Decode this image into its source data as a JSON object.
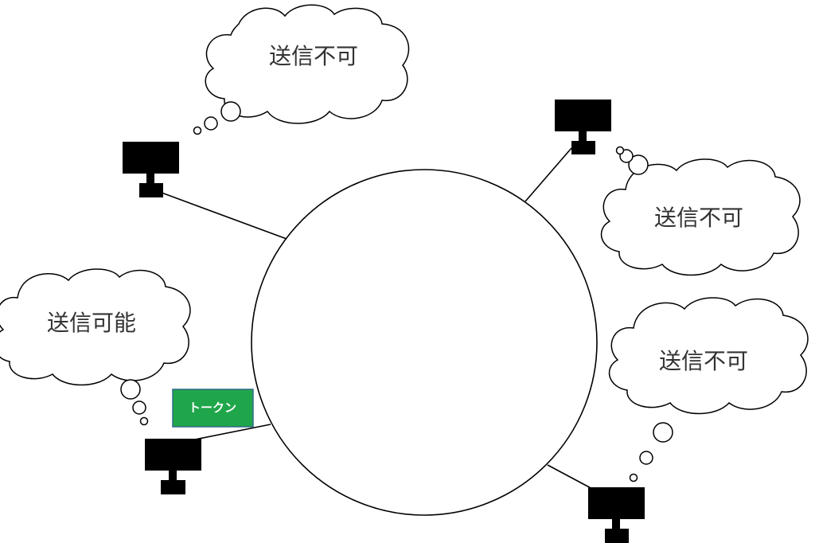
{
  "diagram": {
    "nodes": [
      {
        "id": "top-left",
        "status": "送信不可"
      },
      {
        "id": "top-right",
        "status": "送信不可"
      },
      {
        "id": "left",
        "status": "送信可能"
      },
      {
        "id": "right",
        "status": "送信不可"
      },
      {
        "id": "bottom-left",
        "status": ""
      },
      {
        "id": "bottom-right",
        "status": ""
      }
    ],
    "token": {
      "label": "トークン",
      "color": "#1fa64a",
      "border": "#2e6b8a"
    },
    "colors": {
      "line": "#000000",
      "terminal": "#000000",
      "cloud_fill": "#ffffff"
    }
  }
}
